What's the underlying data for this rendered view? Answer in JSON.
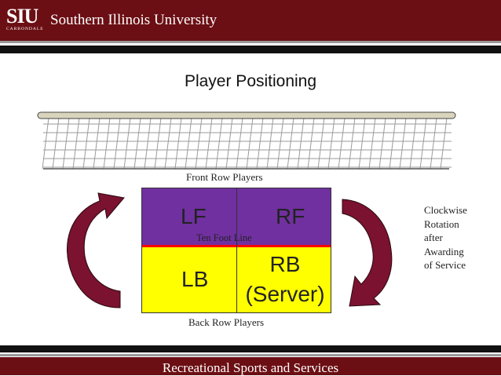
{
  "header": {
    "logo_mark": "SIU",
    "logo_sub": "CARBONDALE",
    "university_name": "Southern Illinois University"
  },
  "title": "Player Positioning",
  "labels": {
    "front_row": "Front Row Players",
    "back_row": "Back Row Players",
    "ten_foot_line": "Ten Foot Line",
    "rotation": [
      "Clockwise",
      "Rotation",
      "after",
      "Awarding",
      "of Service"
    ]
  },
  "positions": {
    "lf": "LF",
    "rf": "RF",
    "lb": "LB",
    "rb_line1": "RB",
    "rb_line2": "(Server)"
  },
  "footer": {
    "text": "Recreational Sports and Services"
  },
  "colors": {
    "maroon": "#6b0f14",
    "front_row": "#7030a0",
    "back_row": "#ffff00",
    "ten_foot_line": "#ff0000",
    "arrow": "#7a1230"
  }
}
